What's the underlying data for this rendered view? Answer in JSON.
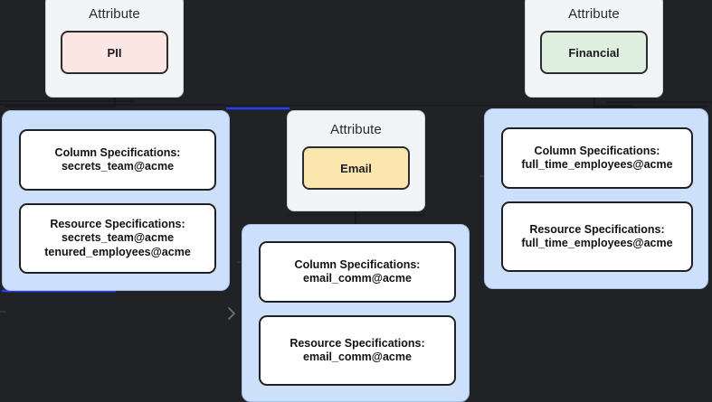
{
  "diagram": {
    "background_color": "#212226",
    "accent_edge_color": "#2b3df0",
    "edge_color": "#1a1b1f",
    "attribute_group_label": "Attribute",
    "attribute_groups": [
      {
        "id": "pii",
        "title": "Attribute",
        "chip_label": "PII",
        "chip_color": "#fbe6e4"
      },
      {
        "id": "financial",
        "title": "Attribute",
        "chip_label": "Financial",
        "chip_color": "#deefe0"
      },
      {
        "id": "email",
        "title": "Attribute",
        "chip_label": "Email",
        "chip_color": "#fbe6ae"
      }
    ],
    "spec_groups": [
      {
        "id": "secrets-team",
        "boxes": [
          {
            "title": "Column Specifications:",
            "lines": [
              "secrets_team@acme"
            ]
          },
          {
            "title": "Resource Specifications:",
            "lines": [
              "secrets_team@acme",
              "tenured_employees@acme"
            ]
          }
        ]
      },
      {
        "id": "email-comm",
        "boxes": [
          {
            "title": "Column Specifications:",
            "lines": [
              "email_comm@acme"
            ]
          },
          {
            "title": "Resource Specifications:",
            "lines": [
              "email_comm@acme"
            ]
          }
        ]
      },
      {
        "id": "full-time-employees",
        "boxes": [
          {
            "title": "Column Specifications:",
            "lines": [
              "full_time_employees@acme"
            ]
          },
          {
            "title": "Resource Specifications:",
            "lines": [
              "full_time_employees@acme"
            ]
          }
        ]
      }
    ]
  }
}
